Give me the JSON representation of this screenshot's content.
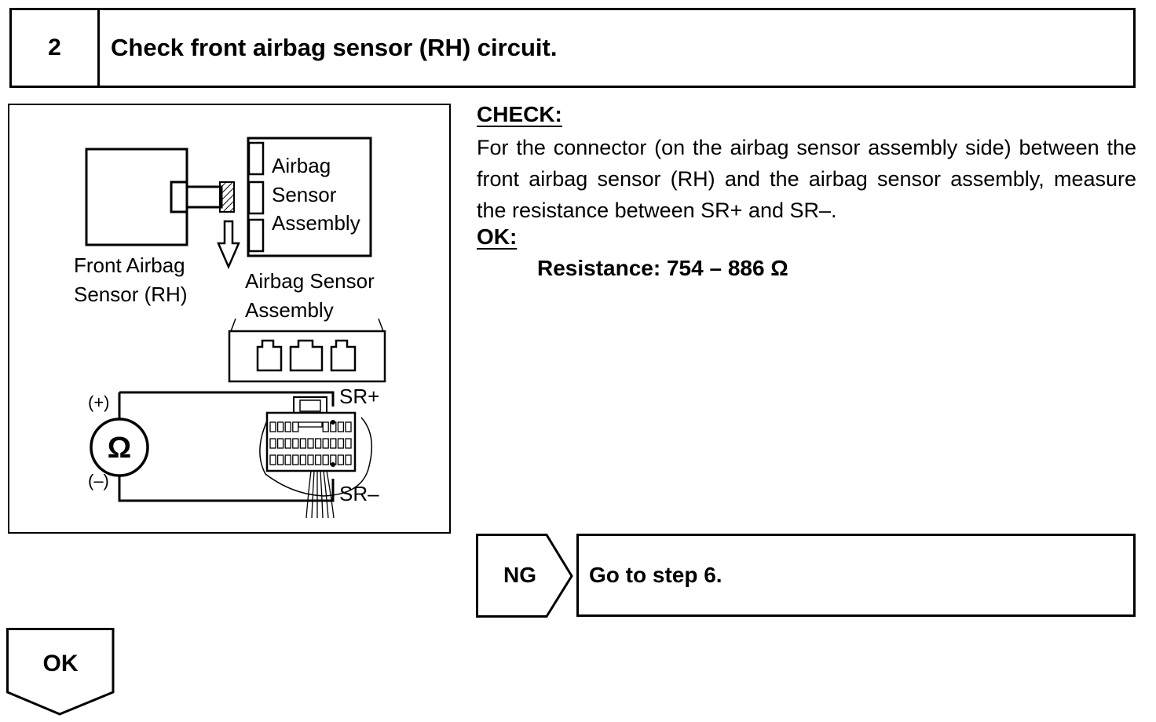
{
  "step": {
    "number": "2",
    "title": "Check front airbag sensor (RH) circuit."
  },
  "figure": {
    "label_airbag_sensor_assembly_box": [
      "Airbag",
      "Sensor",
      "Assembly"
    ],
    "label_front_airbag_sensor": [
      "Front Airbag",
      "Sensor (RH)"
    ],
    "label_airbag_sensor_assembly": [
      "Airbag Sensor",
      "Assembly"
    ],
    "meter_symbol": "Ω",
    "meter_plus": "(+)",
    "meter_minus": "(–)",
    "terminal_plus": "SR+",
    "terminal_minus": "SR–"
  },
  "check": {
    "heading": "CHECK:",
    "body": "For the connector (on the airbag sensor assembly side) between the front airbag sensor (RH) and the airbag sensor assembly, measure the resistance between SR+ and SR–."
  },
  "ok": {
    "heading": "OK:",
    "spec": "Resistance: 754 – 886 Ω"
  },
  "ng_result": {
    "label": "NG",
    "action": "Go to step 6."
  },
  "ok_result": {
    "label": "OK"
  }
}
